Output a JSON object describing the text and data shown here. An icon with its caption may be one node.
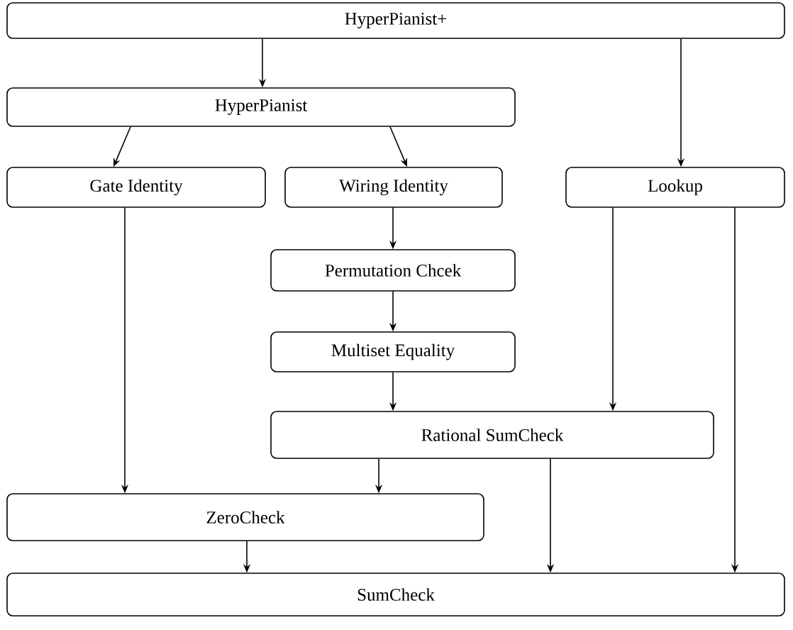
{
  "diagram": {
    "nodes": [
      {
        "text": [
          "HyperPianist+"
        ]
      },
      {
        "text": [
          "HyperPianist"
        ]
      },
      {
        "text": [
          "Gate Identity"
        ]
      },
      {
        "text": [
          "Wiring Identity"
        ]
      },
      {
        "text": [
          "Lookup"
        ]
      },
      {
        "text": [
          "Permutation Chcek"
        ]
      },
      {
        "text": [
          "Multiset Equality"
        ]
      },
      {
        "text": [
          "Rational SumCheck"
        ]
      },
      {
        "text": [
          "ZeroCheck"
        ]
      },
      {
        "text": [
          "SumCheck"
        ]
      }
    ],
    "edges": [
      {
        "from": 0,
        "to": 1,
        "arrow": "to"
      },
      {
        "from": 0,
        "to": 4,
        "arrow": "to"
      },
      {
        "from": 1,
        "to": 2,
        "arrow": "to"
      },
      {
        "from": 1,
        "to": 3,
        "arrow": "to"
      },
      {
        "from": 2,
        "to": 8,
        "arrow": "to"
      },
      {
        "from": 3,
        "to": 5,
        "arrow": "to"
      },
      {
        "from": 5,
        "to": 6,
        "arrow": "to"
      },
      {
        "from": 6,
        "to": 7,
        "arrow": "to"
      },
      {
        "from": 4,
        "to": 7,
        "arrow": "to"
      },
      {
        "from": 4,
        "to": 9,
        "arrow": "to"
      },
      {
        "from": 7,
        "to": 8,
        "arrow": "to"
      },
      {
        "from": 7,
        "to": 9,
        "arrow": "to"
      },
      {
        "from": 8,
        "to": 9,
        "arrow": "to"
      }
    ]
  }
}
